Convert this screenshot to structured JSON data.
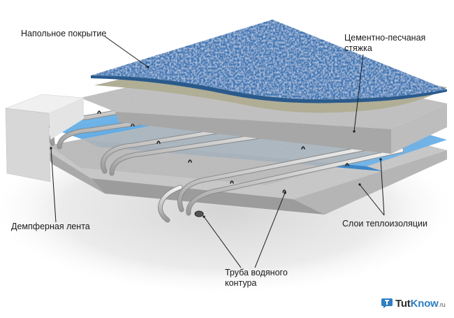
{
  "labels": {
    "floor_covering": "Напольное покрытие",
    "screed_line1": "Цементно-песчаная",
    "screed_line2": "стяжка",
    "damper_tape": "Демпферная лента",
    "insulation_layers": "Слои теплоизоляции",
    "pipe_line1": "Труба водяного",
    "pipe_line2": "контура"
  },
  "logo": {
    "brand_main": "Tut",
    "brand_accent": "Know",
    "brand_tld": ".ru",
    "icon": "speech-bubble-icon",
    "accent_color": "#2f7fc1"
  },
  "colors": {
    "floor_covering": "#3f78b5",
    "screed_layer": "#b9b9a2",
    "concrete_slab": "#c9c9c9",
    "insulation_blue": "#5aa7e3",
    "pipe": "#d9d9d9",
    "damper_tape": "#e6e6e6"
  }
}
